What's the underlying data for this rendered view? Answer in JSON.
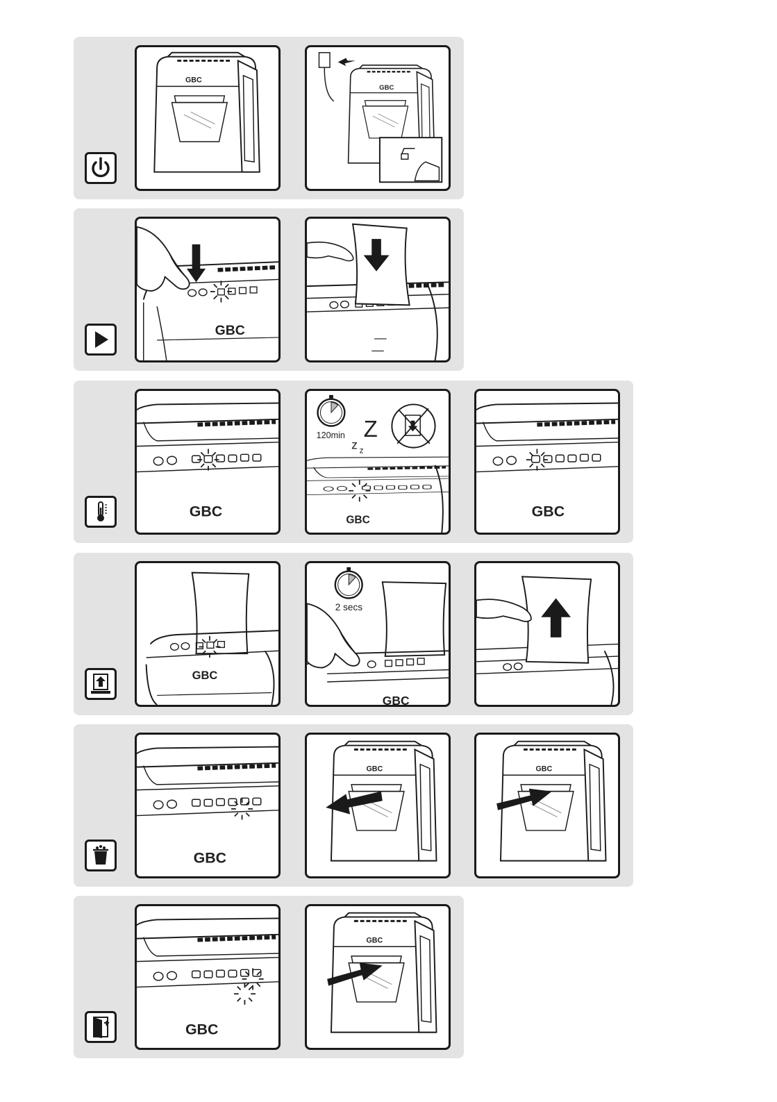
{
  "brand": "GBC",
  "labels": {
    "sleep_timer": "120min",
    "hold_time": "2 secs"
  },
  "steps": [
    {
      "icon": "power-icon"
    },
    {
      "icon": "play-icon"
    },
    {
      "icon": "thermometer-icon"
    },
    {
      "icon": "paper-reverse-icon"
    },
    {
      "icon": "bin-full-icon"
    },
    {
      "icon": "door-open-icon"
    }
  ],
  "colors": {
    "background": "#e3e3e3",
    "line": "#1a1a1a"
  }
}
